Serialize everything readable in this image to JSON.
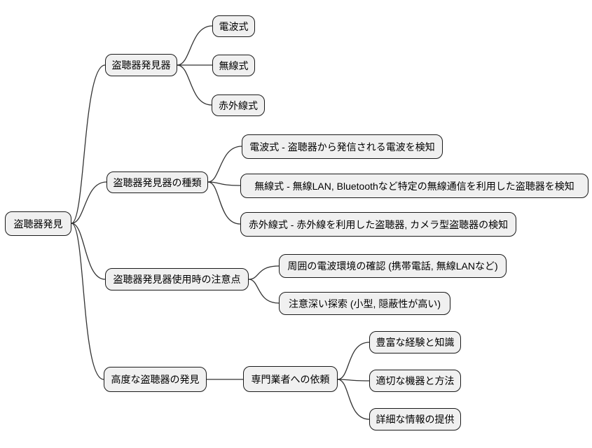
{
  "diagram": {
    "type": "mindmap",
    "topic": "盗聴器発見",
    "colors": {
      "background": "#ffffff",
      "node_fill": "#f0f0f0",
      "node_border": "#1a1a1a",
      "edge": "#333333",
      "text": "#000000"
    },
    "root": {
      "label": "盗聴器発見"
    },
    "branches": [
      {
        "label": "盗聴器発見器",
        "children": [
          {
            "label": "電波式"
          },
          {
            "label": "無線式"
          },
          {
            "label": "赤外線式"
          }
        ]
      },
      {
        "label": "盗聴器発見器の種類",
        "children": [
          {
            "label": "電波式 - 盗聴器から発信される電波を検知"
          },
          {
            "label": "無線式 - 無線LAN, Bluetoothなど特定の無線通信を利用した盗聴器を検知"
          },
          {
            "label": "赤外線式 - 赤外線を利用した盗聴器, カメラ型盗聴器の検知"
          }
        ]
      },
      {
        "label": "盗聴器発見器使用時の注意点",
        "children": [
          {
            "label": "周囲の電波環境の確認 (携帯電話, 無線LANなど)"
          },
          {
            "label": "注意深い探索 (小型, 隠蔽性が高い)"
          }
        ]
      },
      {
        "label": "高度な盗聴器の発見",
        "children": [
          {
            "label": "専門業者への依頼",
            "children": [
              {
                "label": "豊富な経験と知識"
              },
              {
                "label": "適切な機器と方法"
              },
              {
                "label": "詳細な情報の提供"
              }
            ]
          }
        ]
      }
    ]
  }
}
